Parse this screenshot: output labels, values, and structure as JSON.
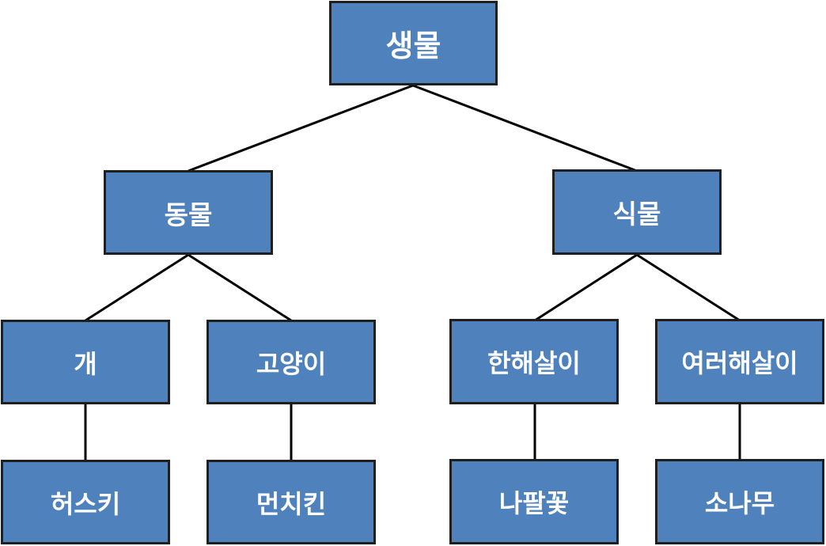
{
  "tree": {
    "root": "생물",
    "animal": "동물",
    "plant": "식물",
    "dog": "개",
    "cat": "고양이",
    "annual": "한해살이",
    "perennial": "여러해살이",
    "husky": "허스키",
    "munchkin": "먼치킨",
    "morning_glory": "나팔꽃",
    "pine": "소나무"
  },
  "colors": {
    "node_fill": "#4f81bd",
    "node_border": "#1f1f1f",
    "node_text": "#ffffff",
    "edge": "#000000"
  }
}
